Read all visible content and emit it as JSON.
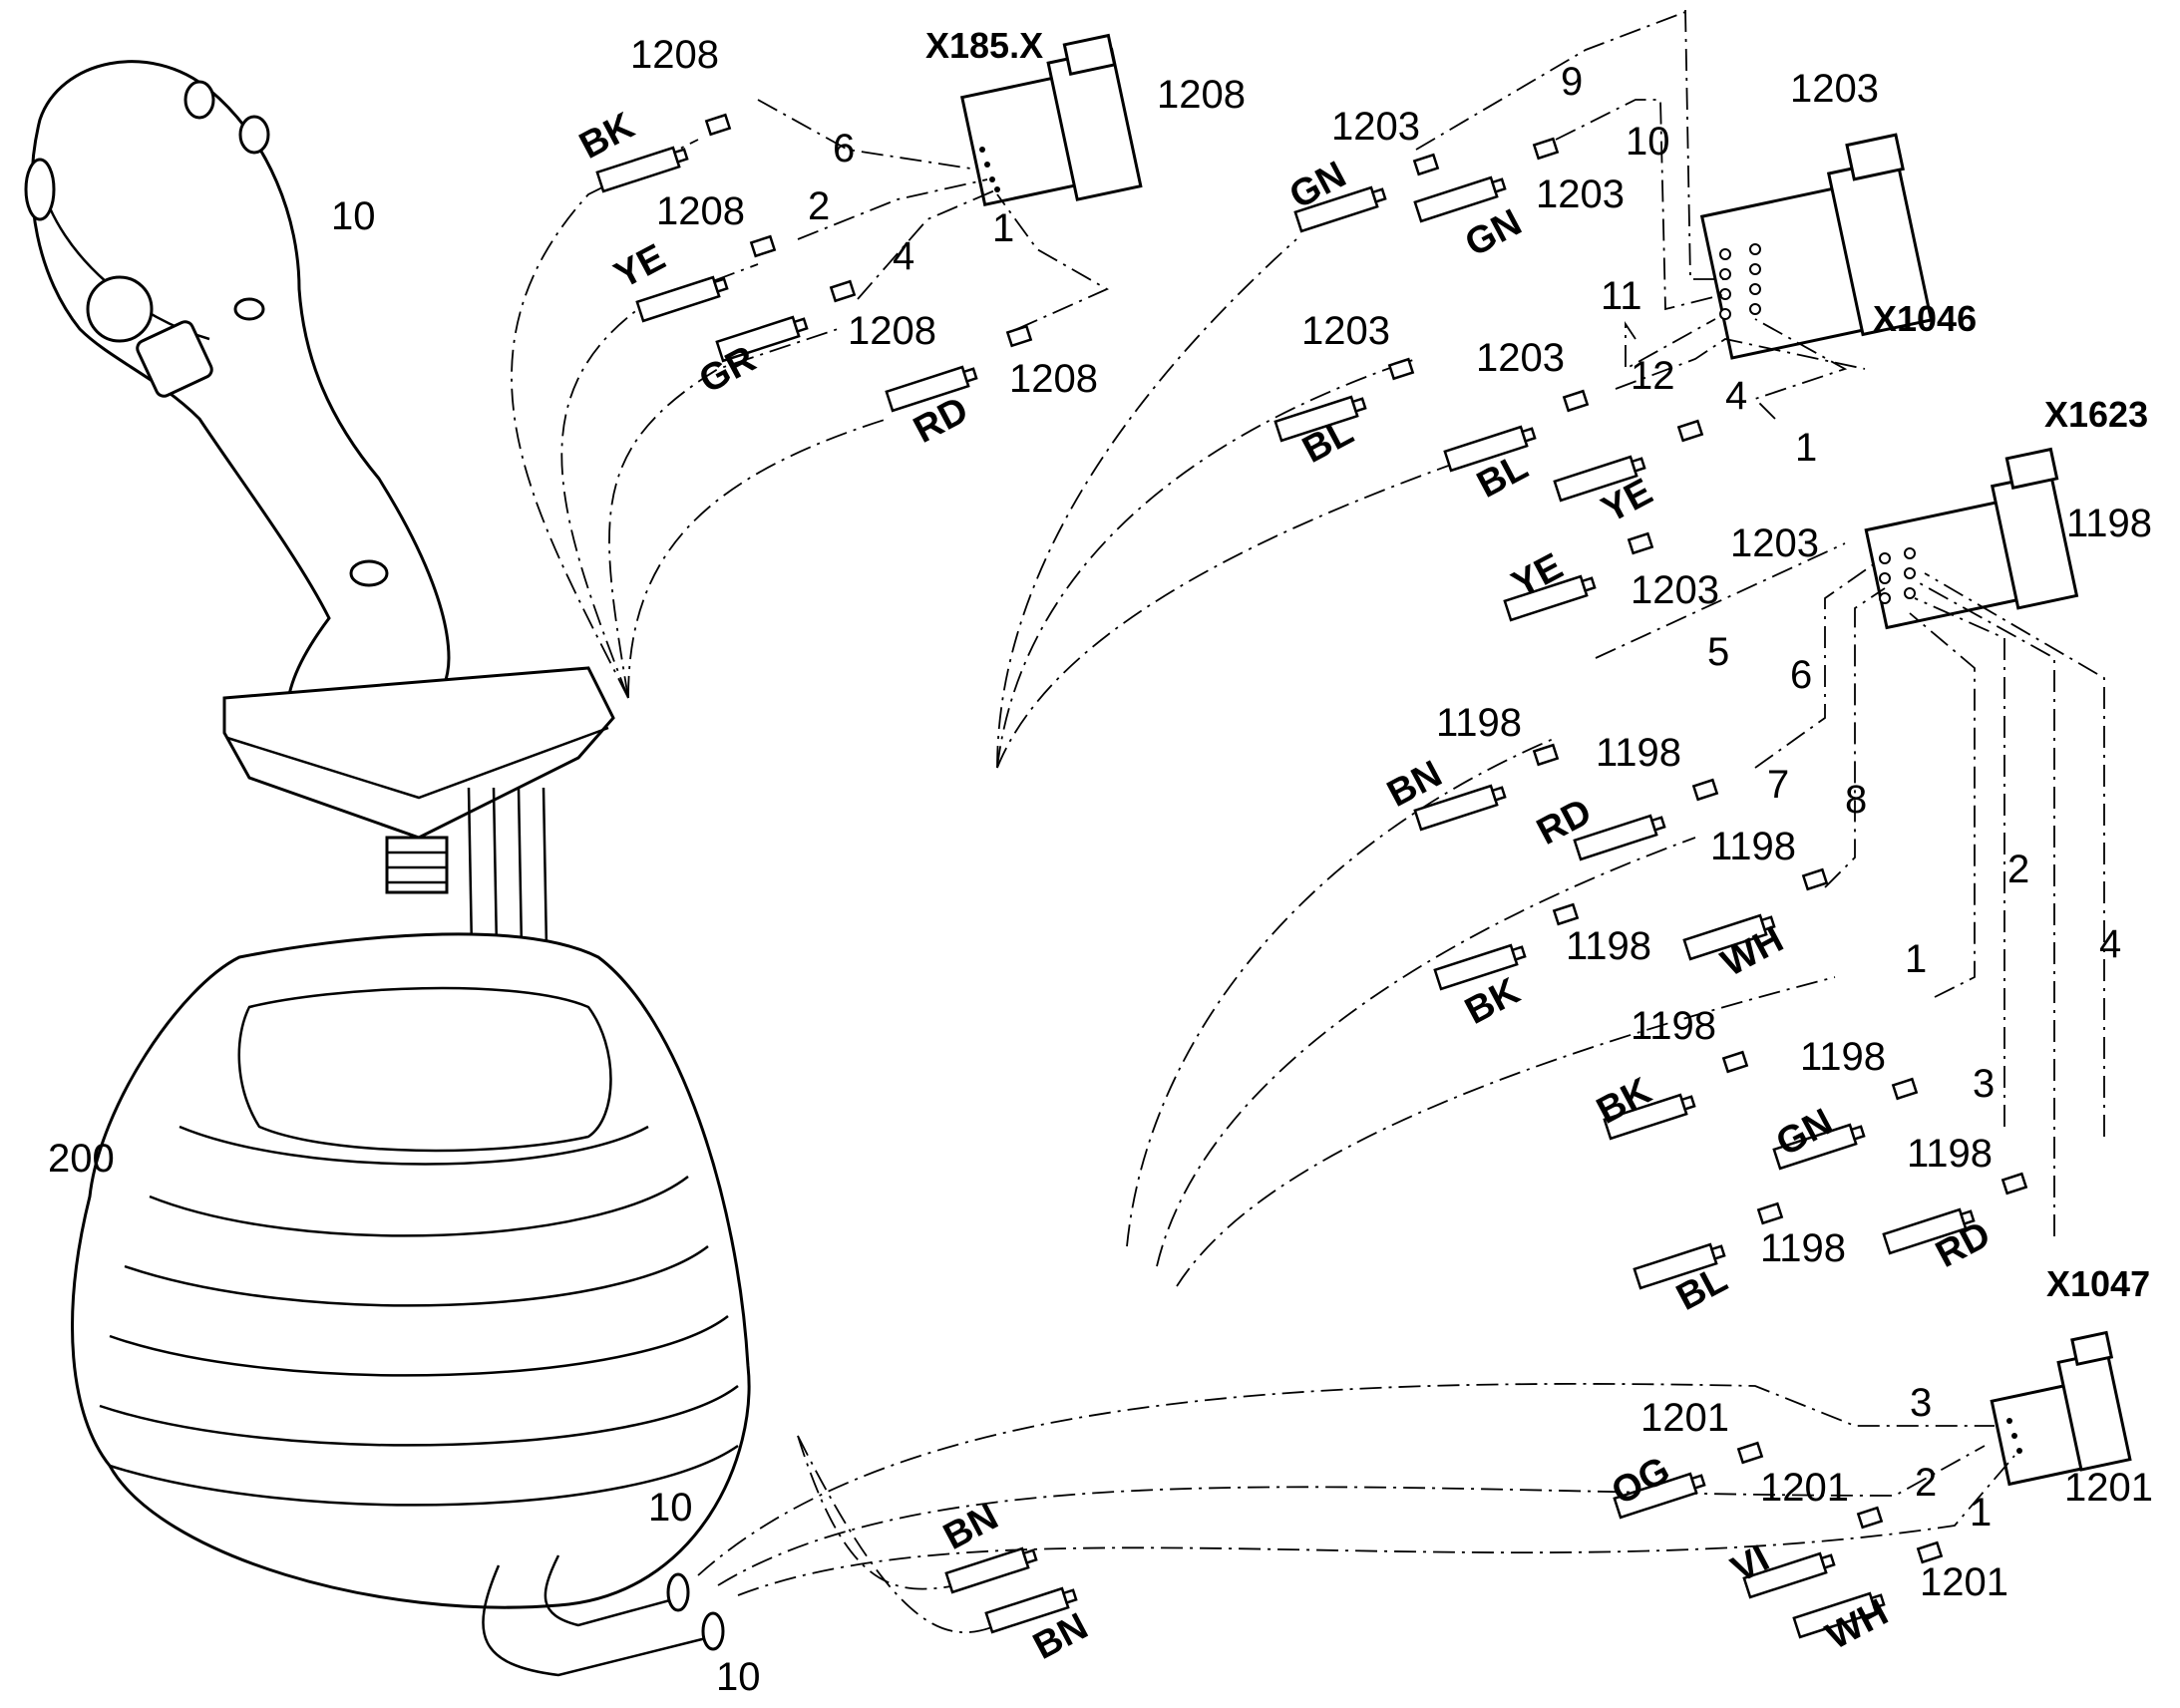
{
  "parts": {
    "joystick_a": "10",
    "joystick_b": "10",
    "joystick_c": "10",
    "boot": "200"
  },
  "connectors": [
    {
      "name": "X185.X",
      "part": "1208"
    },
    {
      "name": "X1046",
      "part": "1203"
    },
    {
      "name": "X1623",
      "part": "1198"
    },
    {
      "name": "X1047",
      "part": "1201"
    }
  ],
  "wires": {
    "x185": [
      {
        "color": "BK",
        "pin": "6",
        "part": "1208"
      },
      {
        "color": "YE",
        "pin": "2",
        "part": "1208"
      },
      {
        "color": "GR",
        "pin": "4",
        "part": "1208"
      },
      {
        "color": "RD",
        "pin": "1",
        "part": "1208"
      }
    ],
    "x1046": [
      {
        "color": "GN",
        "pin": "9",
        "part": "1203"
      },
      {
        "color": "GN",
        "pin": "10",
        "part": "1203"
      },
      {
        "color": "BL",
        "pin": "11",
        "part": "1203"
      },
      {
        "color": "BL",
        "pin": "12",
        "part": "1203"
      },
      {
        "color": "YE",
        "pin": "4",
        "part": "1203"
      },
      {
        "color": "YE",
        "pin": "1",
        "part": "1203"
      }
    ],
    "x1623": [
      {
        "color": "BN",
        "pin": "5",
        "part": "1198"
      },
      {
        "color": "RD",
        "pin": "6",
        "part": "1198"
      },
      {
        "color": "BK",
        "pin": "7",
        "part": "1198"
      },
      {
        "color": "WH",
        "pin": "8",
        "part": "1198"
      },
      {
        "color": "BK",
        "pin": "1",
        "part": "1198"
      },
      {
        "color": "GN",
        "pin": "2",
        "part": "1198"
      },
      {
        "color": "BL",
        "pin": "3",
        "part": "1198"
      },
      {
        "color": "RD",
        "pin": "4",
        "part": "1198"
      }
    ],
    "x1047": [
      {
        "color": "OG",
        "pin": "3",
        "part": "1201"
      },
      {
        "color": "VI",
        "pin": "2",
        "part": "1201"
      },
      {
        "color": "WH",
        "pin": "1",
        "part": "1201"
      }
    ],
    "loose": [
      {
        "color": "BN"
      },
      {
        "color": "BN"
      }
    ]
  }
}
